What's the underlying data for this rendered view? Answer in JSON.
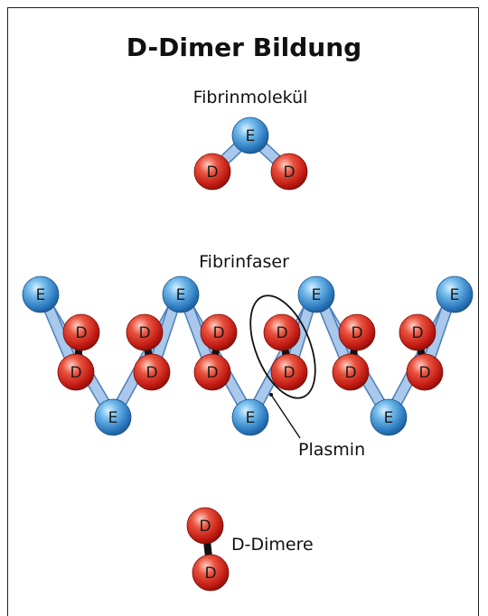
{
  "title": "D-Dimer Bildung",
  "labels": {
    "molecule": "Fibrinmolekül",
    "fiber": "Fibrinfaser",
    "enzyme": "Plasmin",
    "product": "D-Dimere"
  },
  "domain_letters": {
    "e": "E",
    "d": "D"
  },
  "colors": {
    "e_domain": "#3a8fd0",
    "d_domain": "#d2231a",
    "link": "#a9c8ec",
    "dimer_bond": "#111111",
    "text": "#111111"
  }
}
